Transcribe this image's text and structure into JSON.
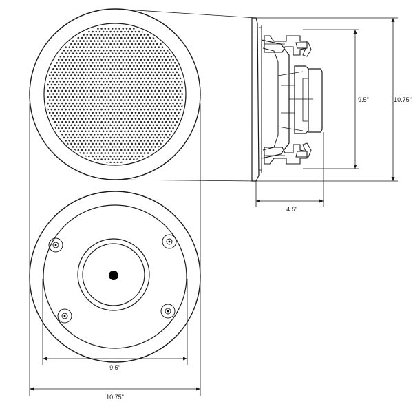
{
  "dimensions": {
    "side_height_inner": "9.5\"",
    "side_height_outer": "10.75\"",
    "side_depth": "4.5\"",
    "bottom_width_inner": "9.5\"",
    "bottom_width_outer": "10.75\""
  },
  "colors": {
    "line": "#1a1a1a",
    "background": "#ffffff",
    "tweeter_dot": "#000000"
  }
}
